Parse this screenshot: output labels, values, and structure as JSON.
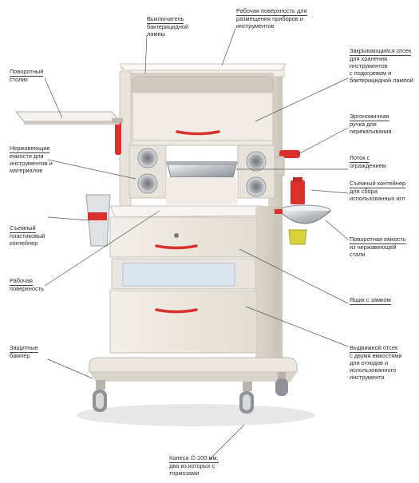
{
  "labels": {
    "lamp_switch": [
      "Выключатель",
      "бактерицидной",
      "лампы"
    ],
    "work_surface_top": [
      "Рабочая поверхность для",
      "размещения приборов и",
      "инструментов"
    ],
    "swivel_table": [
      "Поворотный",
      "столик"
    ],
    "closed_compartment": [
      "Закрывающийся отсек",
      "для хранения",
      "инструментов",
      "с подогревом и",
      "бактерицидной лампой"
    ],
    "ergonomic_handle": [
      "Эргономичная",
      "ручка для",
      "перекатывания"
    ],
    "steel_containers": [
      "Нержавеющие",
      "емкости для",
      "инструментов и",
      "материалов"
    ],
    "tray": [
      "Лоток с",
      "ограждением"
    ],
    "needle_container": [
      "Съемный контейнер",
      "для сбора",
      "использованных игл"
    ],
    "plastic_container": [
      "Съемный",
      "пластиковый",
      "контейнер"
    ],
    "swivel_bowl": [
      "Поворотная емкость",
      "из нержавеющей",
      "стали"
    ],
    "work_surface": [
      "Рабочая",
      "поверхность"
    ],
    "lock_drawer": [
      "Ящик с замком"
    ],
    "bumpers": [
      "Защитные",
      "бампер"
    ],
    "waste_drawer": [
      "Выдвижной отсек",
      "с двумя емкостями",
      "для отходов и",
      "использованного",
      "инструмента"
    ],
    "wheels": [
      "Колеса ∅ 100 мм,",
      "два из которых с",
      "тормозами"
    ]
  },
  "colors": {
    "cabinet_body": "#ebe6dd",
    "cabinet_shade": "#d6d0c4",
    "accent_red": "#d9322c",
    "steel": "#c9ccd0",
    "window_blue": "#dde6ee",
    "leader_line": "#555555"
  }
}
